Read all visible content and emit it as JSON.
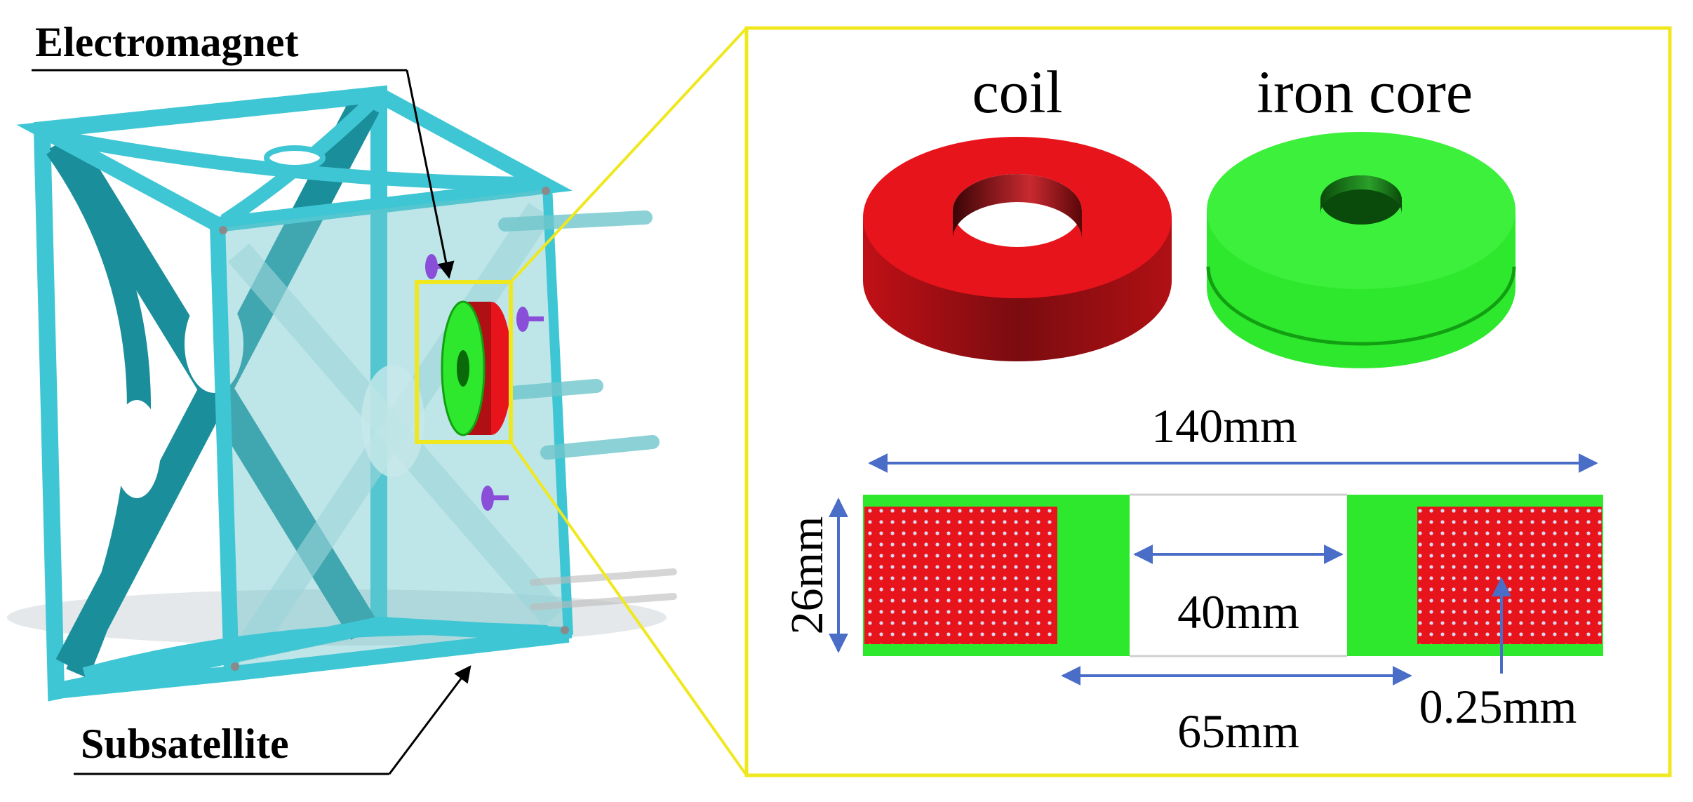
{
  "labels": {
    "electromagnet": "Electromagnet",
    "subsatellite": "Subsatellite",
    "coil": "coil",
    "iron_core": "iron core"
  },
  "dimensions": {
    "outer_diameter": "140mm",
    "height": "26mm",
    "inner_diameter": "40mm",
    "coil_mid_diameter": "65mm",
    "wire_diameter": "0.25mm"
  },
  "colors": {
    "frame": "#3fc6d4",
    "frame_dark": "#1a8e9a",
    "panel": "#6fc6cc",
    "coil": "#e8141c",
    "coil_dark": "#7a0c10",
    "core": "#2ee82e",
    "core_dark": "#12a012",
    "highlight_box": "#f0e81e",
    "dimension_arrow": "#4a6ec8",
    "winding_dot": "#d8d8f0"
  }
}
